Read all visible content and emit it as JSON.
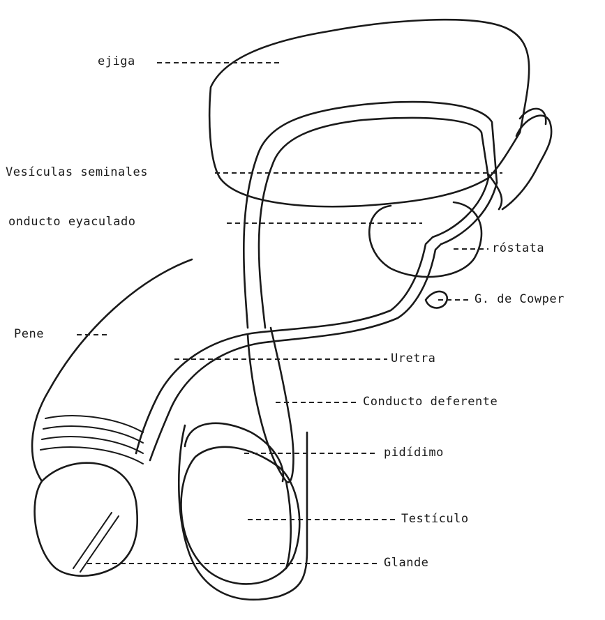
{
  "labels": {
    "vejiga": "ejiga",
    "vesiculas": "Vesículas seminales",
    "conducto_eyaculador": "onducto eyaculado",
    "prostata": "róstata",
    "cowper": "G. de Cowper",
    "pene": "Pene",
    "uretra": "Uretra",
    "deferente": "Conducto deferente",
    "epididimo": "pidídimo",
    "testiculo": "Testículo",
    "glande": "Glande"
  },
  "colors": {
    "ink": "#1a1a1a",
    "paper": "#ffffff"
  }
}
